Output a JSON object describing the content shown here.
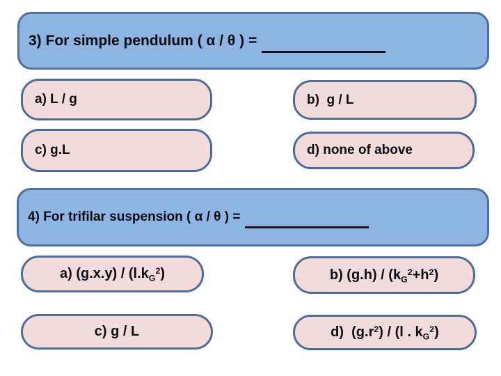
{
  "colors": {
    "question_fill": "#8DB4E2",
    "question_border": "#50719E",
    "answer_fill": "#F2DCDB",
    "answer_border": "#4E6C96",
    "text": "#0B0B12",
    "line": "#15151F"
  },
  "questions": [
    {
      "number": "3",
      "prompt": "3) For simple pendulum ( α / θ ) =",
      "answers": [
        {
          "key": "a",
          "rich": [
            {
              "t": "a) L / g"
            }
          ]
        },
        {
          "key": "b",
          "rich": [
            {
              "t": "b)  g / L"
            }
          ]
        },
        {
          "key": "c",
          "rich": [
            {
              "t": "c) g.L"
            }
          ]
        },
        {
          "key": "d",
          "rich": [
            {
              "t": "d) none of above"
            }
          ]
        }
      ]
    },
    {
      "number": "4",
      "prompt": "4) For trifilar suspension ( α / θ ) =",
      "answers": [
        {
          "key": "a",
          "rich": [
            {
              "t": "a) (g.x.y) / (l.k"
            },
            {
              "t": "G",
              "s": "sub"
            },
            {
              "t": "2",
              "s": "sup"
            },
            {
              "t": ")"
            }
          ]
        },
        {
          "key": "b",
          "rich": [
            {
              "t": "b) (g.h) / (k"
            },
            {
              "t": "G",
              "s": "sub"
            },
            {
              "t": "2",
              "s": "sup"
            },
            {
              "t": "+h"
            },
            {
              "t": "2",
              "s": "sup"
            },
            {
              "t": ")"
            }
          ]
        },
        {
          "key": "c",
          "rich": [
            {
              "t": "c) g / L"
            }
          ]
        },
        {
          "key": "d",
          "rich": [
            {
              "t": "d)  (g.r"
            },
            {
              "t": "2",
              "s": "sup"
            },
            {
              "t": ") / (l . k"
            },
            {
              "t": "G",
              "s": "sub"
            },
            {
              "t": "2",
              "s": "sup"
            },
            {
              "t": ")"
            }
          ]
        }
      ]
    }
  ]
}
